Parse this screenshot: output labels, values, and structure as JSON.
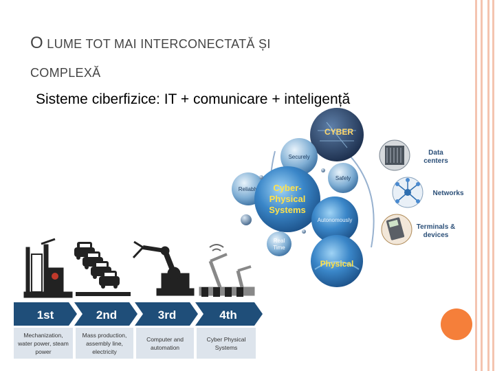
{
  "slide": {
    "title_initial": "O",
    "title_rest": " LUME TOT MAI INTERCONECTATĂ ȘI",
    "title_line2": "COMPLEXĂ",
    "subtitle": "Sisteme ciberfizice: IT + comunicare + inteligență"
  },
  "cps_diagram": {
    "center": [
      "Cyber-",
      "Physical",
      "Systems"
    ],
    "top_label": "CYBER",
    "bottom_label": "Physical",
    "properties": {
      "securely": "Securely",
      "safely": "Safely",
      "reliably": "Reliably",
      "autonomously": "Autonomously",
      "realtime": [
        "Real",
        "Time"
      ]
    },
    "right_items": {
      "datacenters": [
        "Data",
        "centers"
      ],
      "networks": "Networks",
      "terminals": [
        "Terminals &",
        "devices"
      ]
    }
  },
  "industry_revolutions": {
    "stages": [
      {
        "label": "1st",
        "desc": [
          "Mechanization,",
          "water power, steam",
          "power"
        ]
      },
      {
        "label": "2nd",
        "desc": [
          "Mass production,",
          "assembly line,",
          "electricity"
        ]
      },
      {
        "label": "3rd",
        "desc": [
          "Computer and",
          "automation"
        ]
      },
      {
        "label": "4th",
        "desc": [
          "Cyber Physical",
          "Systems"
        ]
      }
    ]
  },
  "colors": {
    "accent_orange": "#f57f3a",
    "edge_pink": "#f4c4b0",
    "arrow_blue": "#1f4e79",
    "sphere_blue": "#3d6fa8"
  }
}
